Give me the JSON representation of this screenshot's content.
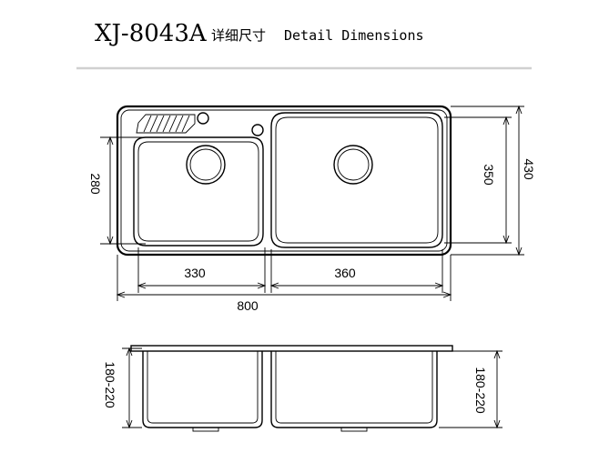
{
  "header": {
    "model": "XJ-8043A",
    "title_cn": "详细尺寸",
    "title_en": "Detail Dimensions"
  },
  "top_view": {
    "left_bowl_width": "330",
    "right_bowl_width": "360",
    "total_width": "800",
    "left_bowl_depth": "280",
    "right_bowl_depth": "350",
    "total_depth": "430"
  },
  "side_view": {
    "left_bowl_height": "180-220",
    "right_bowl_height": "180-220"
  }
}
